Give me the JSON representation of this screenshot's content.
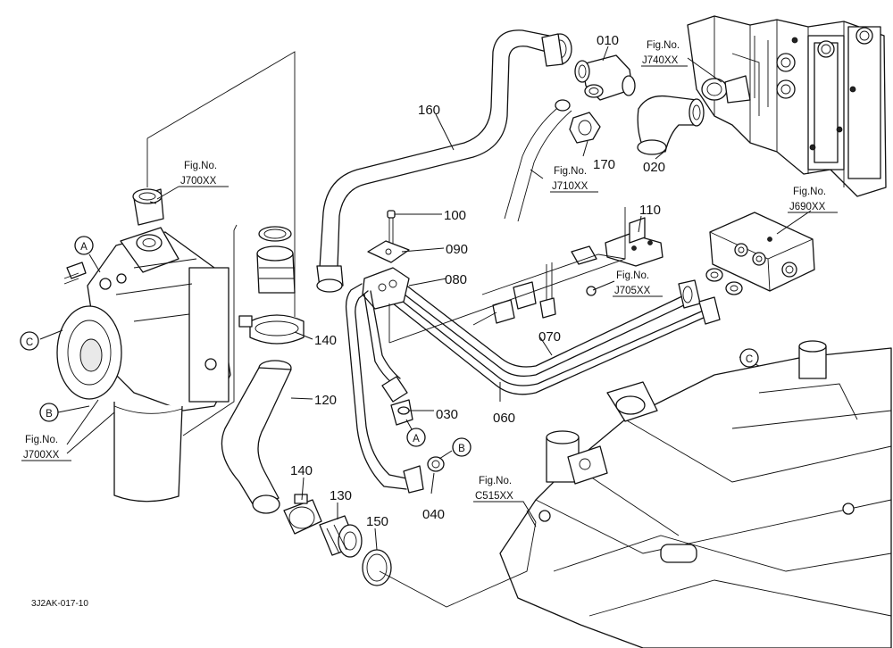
{
  "parts": [
    {
      "id": "p010",
      "label": "010"
    },
    {
      "id": "p020",
      "label": "020"
    },
    {
      "id": "p030",
      "label": "030"
    },
    {
      "id": "p040",
      "label": "040"
    },
    {
      "id": "p060",
      "label": "060"
    },
    {
      "id": "p070",
      "label": "070"
    },
    {
      "id": "p080",
      "label": "080"
    },
    {
      "id": "p090",
      "label": "090"
    },
    {
      "id": "p100",
      "label": "100"
    },
    {
      "id": "p110",
      "label": "110"
    },
    {
      "id": "p120",
      "label": "120"
    },
    {
      "id": "p130",
      "label": "130"
    },
    {
      "id": "p140a",
      "label": "140"
    },
    {
      "id": "p140b",
      "label": "140"
    },
    {
      "id": "p150",
      "label": "150"
    },
    {
      "id": "p160",
      "label": "160"
    },
    {
      "id": "p170",
      "label": "170"
    }
  ],
  "fig_refs": [
    {
      "id": "j740",
      "line1": "Fig.No.",
      "line2": "J740XX"
    },
    {
      "id": "j700top",
      "line1": "Fig.No.",
      "line2": "J700XX"
    },
    {
      "id": "j710",
      "line1": "Fig.No.",
      "line2": "J710XX"
    },
    {
      "id": "j690",
      "line1": "Fig.No.",
      "line2": "J690XX"
    },
    {
      "id": "j705",
      "line1": "Fig.No.",
      "line2": "J705XX"
    },
    {
      "id": "j700left",
      "line1": "Fig.No.",
      "line2": "J700XX"
    },
    {
      "id": "c515",
      "line1": "Fig.No.",
      "line2": "C515XX"
    }
  ],
  "markers": [
    {
      "id": "a_left",
      "letter": "A"
    },
    {
      "id": "c_left",
      "letter": "C"
    },
    {
      "id": "b_left",
      "letter": "B"
    },
    {
      "id": "a_mid",
      "letter": "A"
    },
    {
      "id": "b_mid",
      "letter": "B"
    },
    {
      "id": "c_right",
      "letter": "C"
    }
  ],
  "footer": {
    "code": "3J2AK-017-10"
  }
}
